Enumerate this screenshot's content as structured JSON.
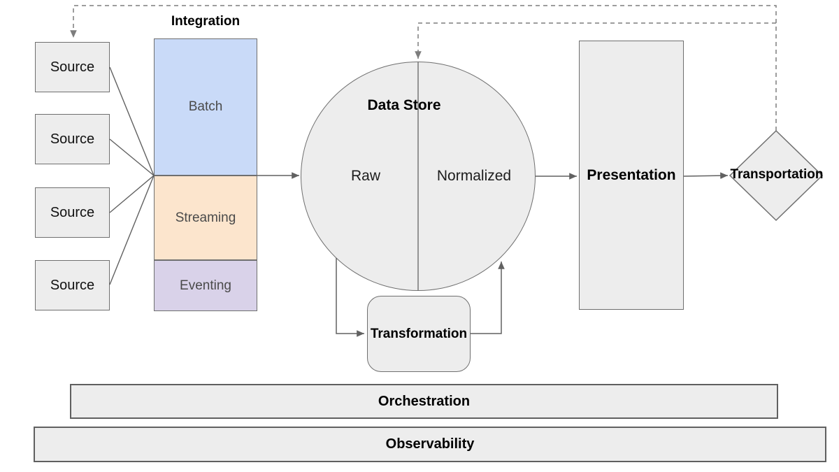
{
  "diagram_title": "Data platform flow diagram",
  "colors": {
    "node_fill": "#ededed",
    "node_border": "#6f6f6f",
    "batch_fill": "#c9daf8",
    "streaming_fill": "#fce5cd",
    "eventing_fill": "#d9d2e9",
    "connector": "#616161",
    "dashed_connector": "#7d7d7d",
    "stage_text": "#4a4a4a",
    "text": "#000000",
    "background": "#ffffff"
  },
  "sources": [
    {
      "label": "Source"
    },
    {
      "label": "Source"
    },
    {
      "label": "Source"
    },
    {
      "label": "Source"
    }
  ],
  "integration": {
    "heading": "Integration",
    "stages": [
      {
        "label": "Batch"
      },
      {
        "label": "Streaming"
      },
      {
        "label": "Eventing"
      }
    ]
  },
  "data_store": {
    "title": "Data Store",
    "left_label": "Raw",
    "right_label": "Normalized"
  },
  "transformation": {
    "label": "Transformation"
  },
  "presentation": {
    "label": "Presentation"
  },
  "transportation": {
    "label": "Transportation"
  },
  "orchestration": {
    "label": "Orchestration"
  },
  "observability": {
    "label": "Observability"
  }
}
